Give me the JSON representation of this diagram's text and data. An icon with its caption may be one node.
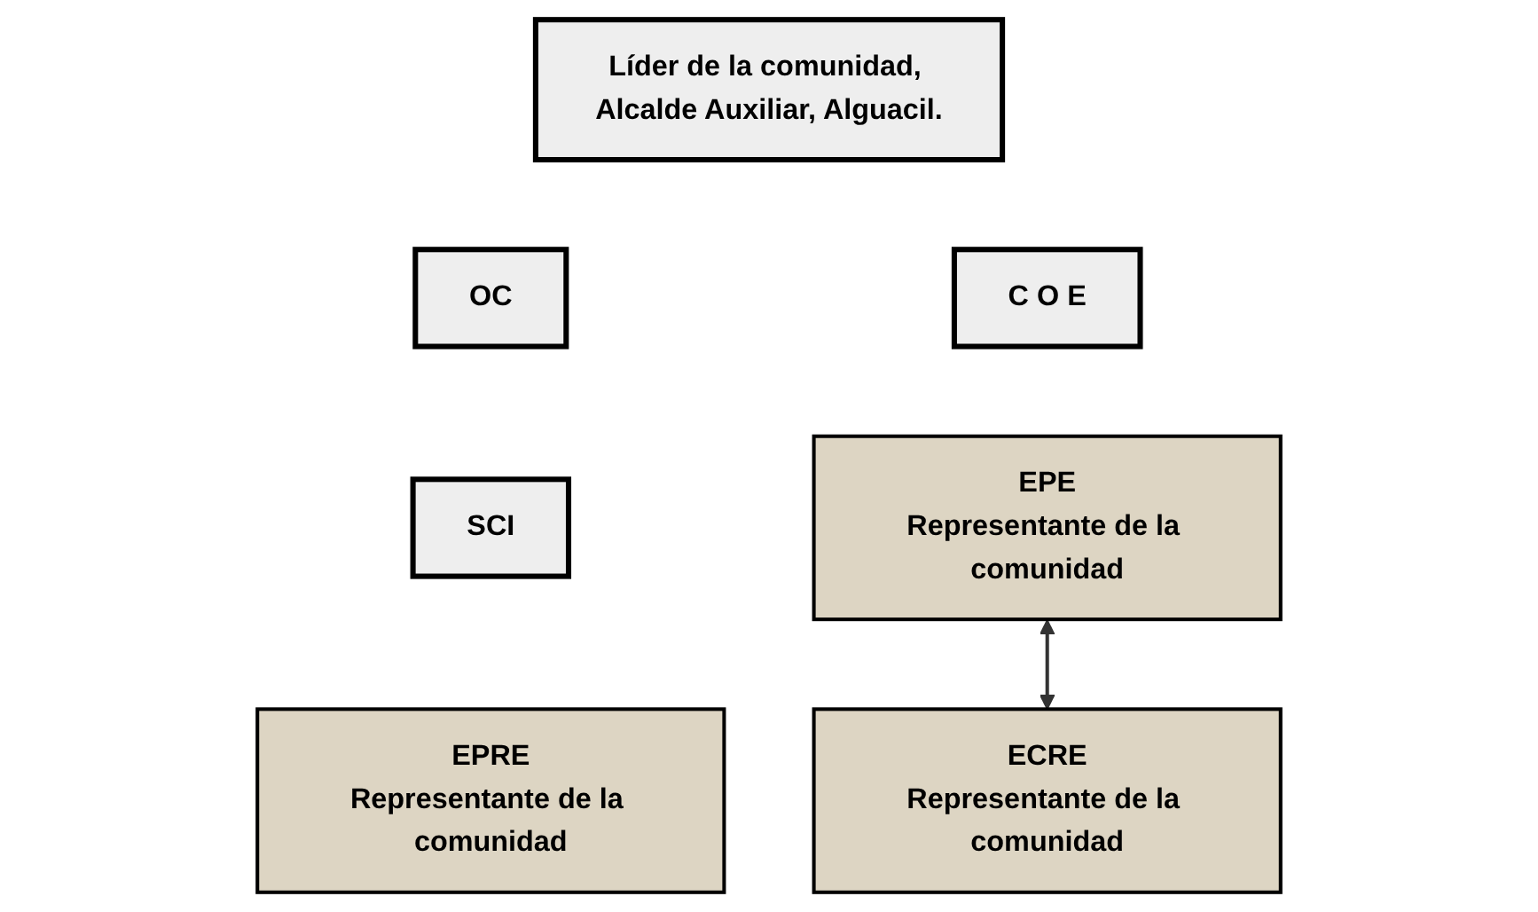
{
  "diagram": {
    "nodes": [
      {
        "text": [
          "Líder de la comunidad, Alcalde Auxiliar, Alguacil."
        ]
      },
      {
        "text": [
          "OC"
        ]
      },
      {
        "text": [
          "C O E"
        ]
      },
      {
        "text": [
          "SCI"
        ]
      },
      {
        "text": [
          "EPE",
          "Representante de la comunidad"
        ]
      },
      {
        "text": [
          "EPRE",
          "Representante de la comunidad"
        ]
      },
      {
        "text": [
          "ECRE",
          "Representante de la comunidad"
        ]
      }
    ],
    "edges": [
      {
        "from": 4,
        "to": 6,
        "arrow": "both"
      }
    ]
  }
}
